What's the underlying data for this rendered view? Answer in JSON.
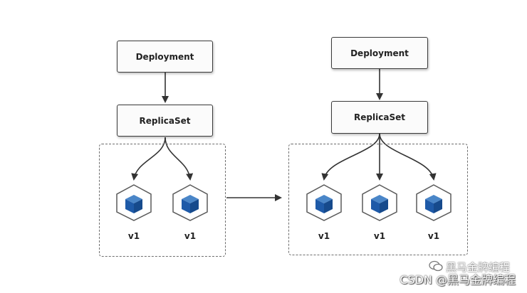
{
  "left": {
    "deployment_label": "Deployment",
    "replicaset_label": "ReplicaSet",
    "pods": [
      {
        "version": "v1"
      },
      {
        "version": "v1"
      }
    ]
  },
  "right": {
    "deployment_label": "Deployment",
    "replicaset_label": "ReplicaSet",
    "pods": [
      {
        "version": "v1"
      },
      {
        "version": "v1"
      },
      {
        "version": "v1"
      }
    ]
  },
  "icons": {
    "pod": "cube-icon",
    "transition": "arrow-right-icon",
    "brand": "wechat-logo-icon"
  },
  "colors": {
    "cube_fill": "#1e5aa8",
    "outline": "#3a3a3a"
  },
  "watermark": {
    "brand": "黑马金牌编程",
    "text": "CSDN @黑马金牌编程"
  }
}
